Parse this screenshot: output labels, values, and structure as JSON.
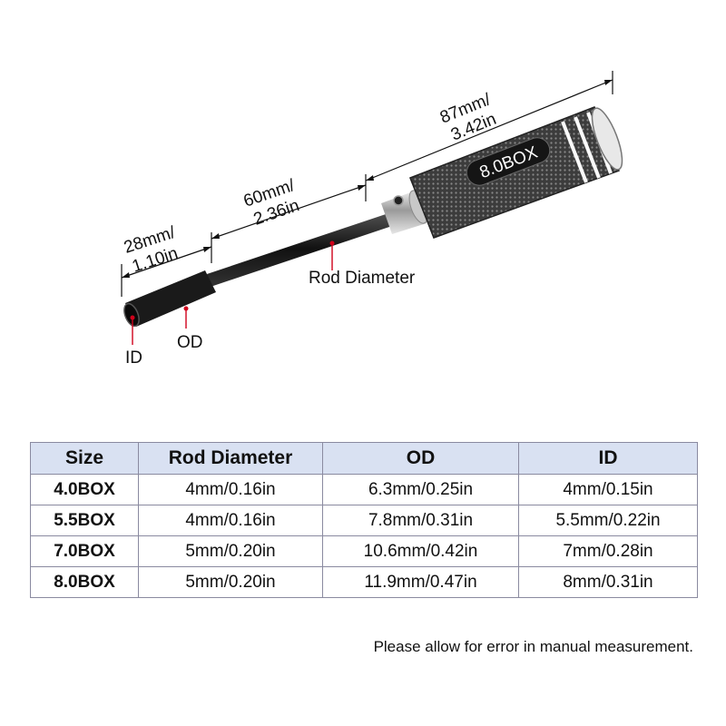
{
  "diagram": {
    "handle_label": "8.0BOX",
    "dimensions": {
      "socket": {
        "mm": "28mm/",
        "in": "1.10in"
      },
      "shaft": {
        "mm": "60mm/",
        "in": "2.36in"
      },
      "handle": {
        "mm": "87mm/",
        "in": "3.42in"
      }
    },
    "callouts": {
      "rod_diameter": "Rod Diameter",
      "od": "OD",
      "id": "ID"
    }
  },
  "table": {
    "headers": [
      "Size",
      "Rod Diameter",
      "OD",
      "ID"
    ],
    "rows": [
      [
        "4.0BOX",
        "4mm/0.16in",
        "6.3mm/0.25in",
        "4mm/0.15in"
      ],
      [
        "5.5BOX",
        "4mm/0.16in",
        "7.8mm/0.31in",
        "5.5mm/0.22in"
      ],
      [
        "7.0BOX",
        "5mm/0.20in",
        "10.6mm/0.42in",
        "7mm/0.28in"
      ],
      [
        "8.0BOX",
        "5mm/0.20in",
        "11.9mm/0.47in",
        "8mm/0.31in"
      ]
    ]
  },
  "note": "Please allow for error in manual measurement.",
  "colors": {
    "header_bg": "#d9e1f2",
    "callout_line": "#d0021b"
  }
}
